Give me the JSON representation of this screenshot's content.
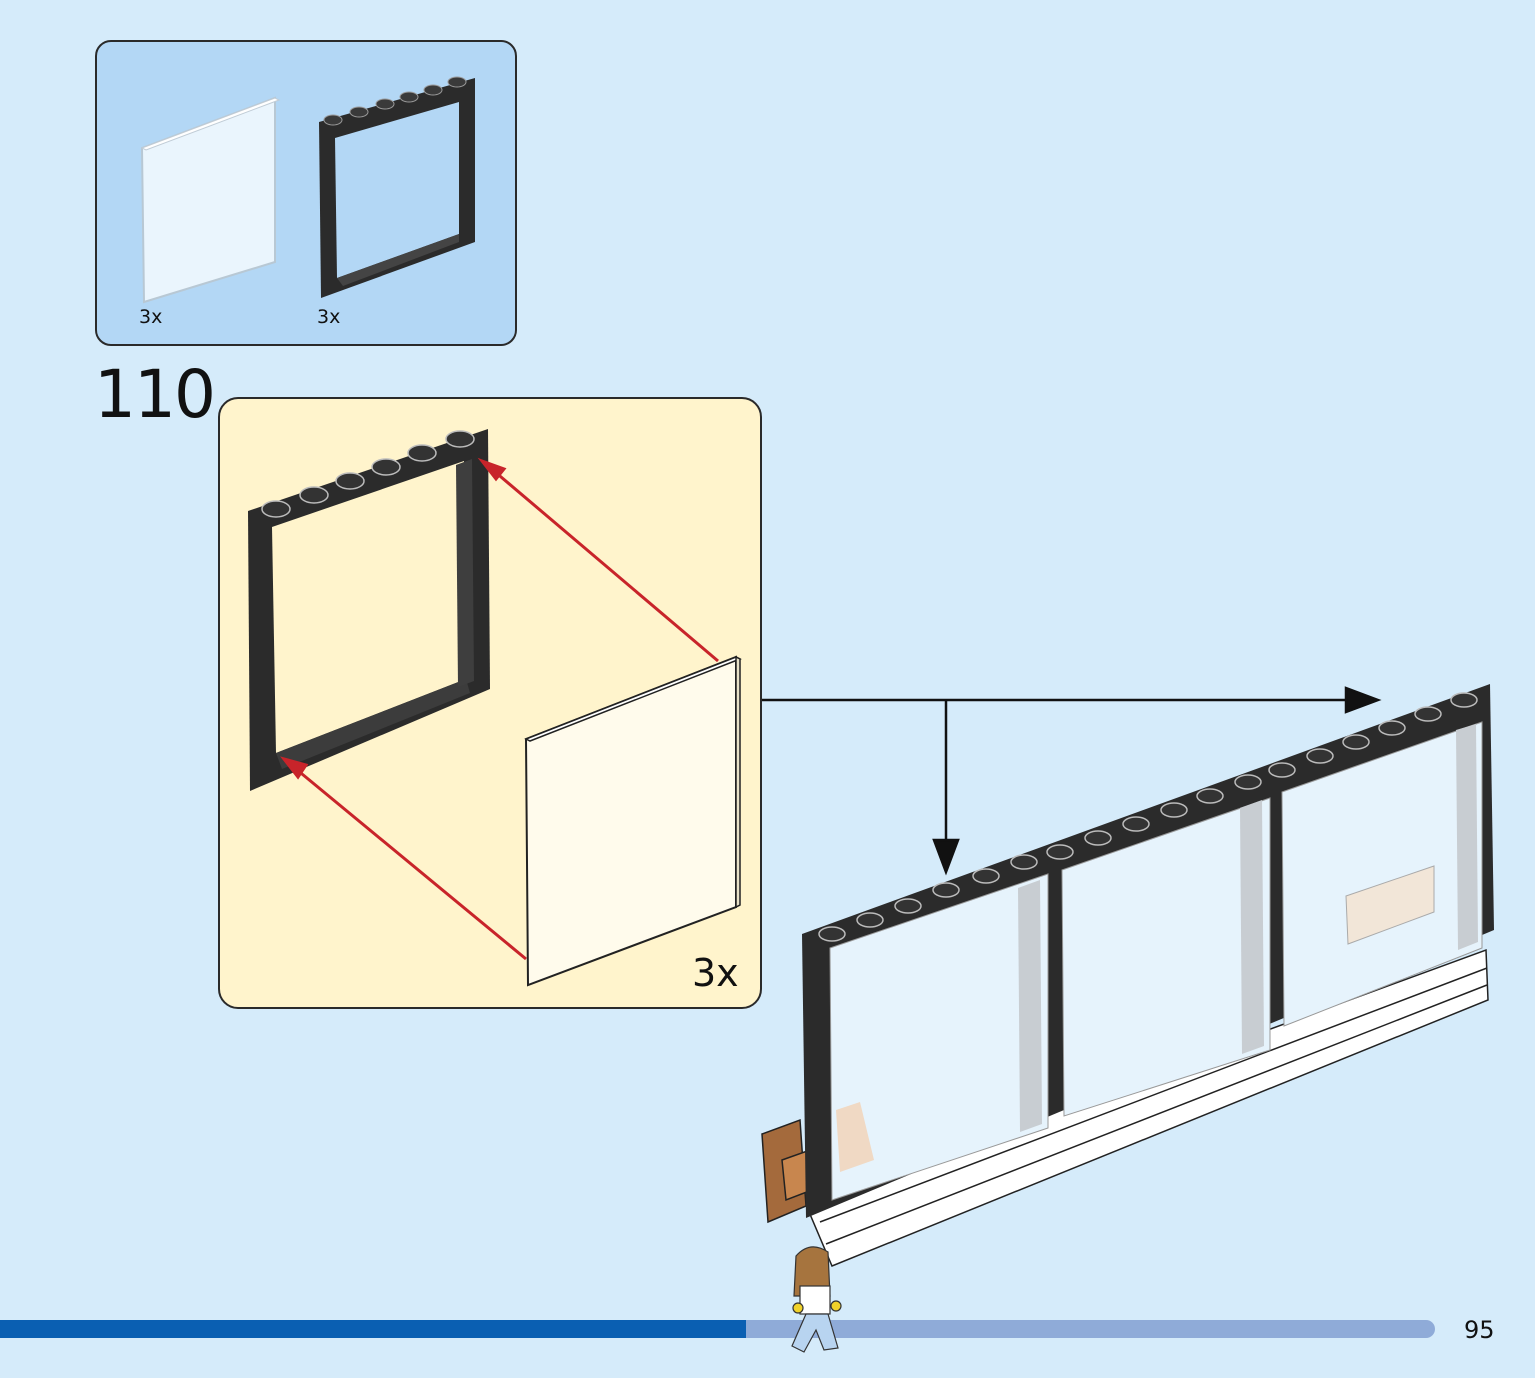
{
  "parts_list": {
    "items": [
      {
        "qty": "3x",
        "part": "transparent-glass-panel-icon"
      },
      {
        "qty": "3x",
        "part": "black-window-frame-icon"
      }
    ]
  },
  "step": {
    "number": "110",
    "submodel_qty": "3x"
  },
  "page": {
    "number": "95"
  },
  "colors": {
    "background": "#d5ebfa",
    "parts_box": "#b3d7f5",
    "submodel_box": "#fff4cc",
    "frame": "#2a2a2a",
    "arrow_red": "#c8242a",
    "progress_done": "#0a5fb2",
    "progress_remaining": "#8fabd8"
  },
  "progress": {
    "fraction": 0.52
  }
}
